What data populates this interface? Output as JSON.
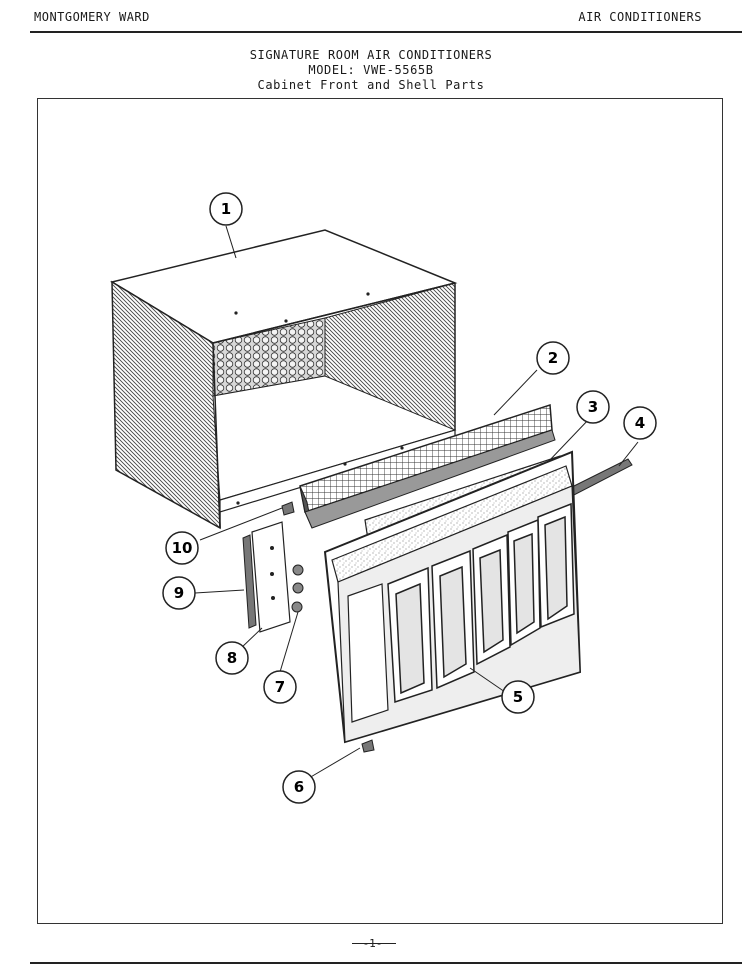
{
  "header": {
    "left": "MONTGOMERY WARD",
    "right": "AIR CONDITIONERS"
  },
  "title": {
    "line1": "SIGNATURE ROOM AIR CONDITIONERS",
    "line2": "MODEL: VWE-5565B",
    "line3": "Cabinet Front and Shell Parts"
  },
  "callouts": {
    "c1": "1",
    "c2": "2",
    "c3": "3",
    "c4": "4",
    "c5": "5",
    "c6": "6",
    "c7": "7",
    "c8": "8",
    "c9": "9",
    "c10": "10"
  },
  "footer": {
    "page": "-1-"
  }
}
